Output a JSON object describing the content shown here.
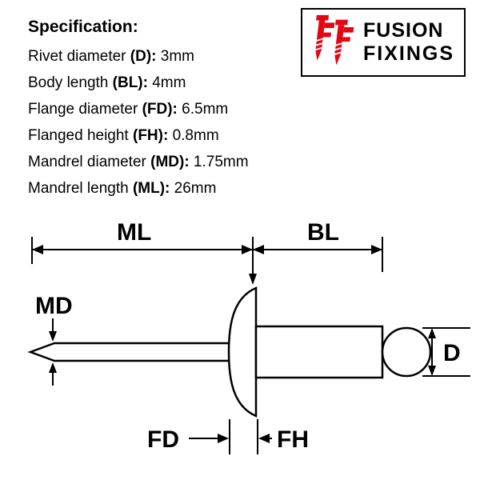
{
  "colors": {
    "background": "#ffffff",
    "ink": "#000000",
    "accent": "#e30613"
  },
  "spec": {
    "heading": "Specification:",
    "lines": [
      {
        "prefix": "Rivet diameter ",
        "key": "(D):",
        "value": " 3mm"
      },
      {
        "prefix": "Body length ",
        "key": "(BL):",
        "value": " 4mm"
      },
      {
        "prefix": "Flange diameter ",
        "key": "(FD):",
        "value": " 6.5mm"
      },
      {
        "prefix": "Flanged height ",
        "key": "(FH):",
        "value": " 0.8mm"
      },
      {
        "prefix": "Mandrel diameter ",
        "key": "(MD):",
        "value": " 1.75mm"
      },
      {
        "prefix": "Mandrel length ",
        "key": "(ML):",
        "value": " 26mm"
      }
    ]
  },
  "logo": {
    "line1": "FUSION",
    "line2": "FIXINGS",
    "accent": "#e30613"
  },
  "diagram": {
    "labels": {
      "mandrel_length": "ML",
      "body_length": "BL",
      "mandrel_diameter": "MD",
      "rivet_diameter": "D",
      "flange_diameter": "FD",
      "flanged_height": "FH"
    }
  }
}
